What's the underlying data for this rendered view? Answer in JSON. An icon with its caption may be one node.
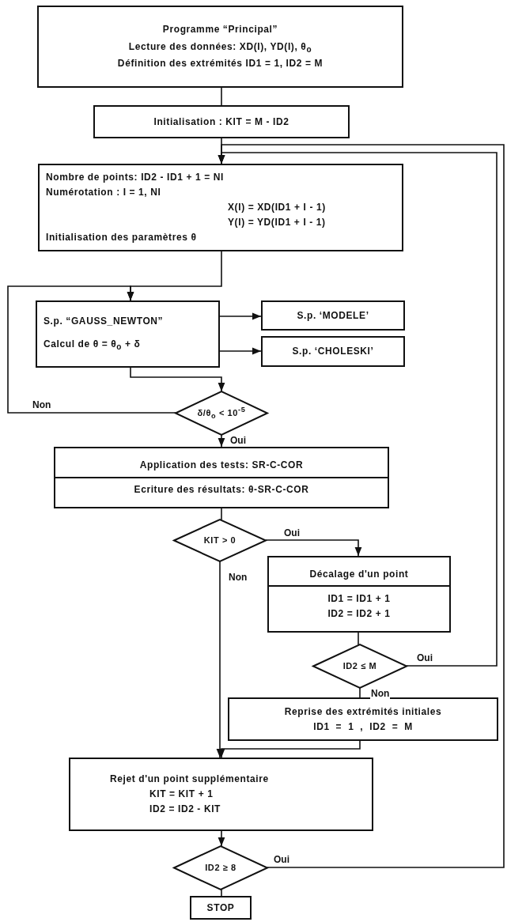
{
  "diagram": {
    "nodes": [
      {
        "text": [
          "Programme “Principal”",
          "Lecture des données: XD(I), YD(I), θ$_{o}$",
          "Définition des extrémités ID1 = 1, ID2 = M"
        ]
      },
      {
        "text": [
          "Initialisation : KIT = M - ID2"
        ]
      },
      {
        "text": [
          "Nombre de points: ID2 - ID1 + 1 = NI",
          "Numérotation : I = 1, NI",
          "X(I) = XD(ID1 + I - 1)",
          "Y(I) = YD(ID1 + I - 1)",
          "Initialisation des paramètres θ"
        ]
      },
      {
        "text": [
          "S.p. “GAUSS_NEWTON”",
          "Calcul de θ = θ$_{o}$ + δ"
        ]
      },
      {
        "text": [
          "S.p. ‘MODELE’"
        ]
      },
      {
        "text": [
          "S.p. ‘CHOLESKI’"
        ]
      },
      {
        "text": [
          "δ/θ$_{o}$ < 10$^{-5}$"
        ]
      },
      {
        "text": [
          "Application des tests: SR-C-COR",
          "Ecriture des résultats: θ-SR-C-COR"
        ]
      },
      {
        "text": [
          "KIT > 0"
        ]
      },
      {
        "text": [
          "Décalage d'un point",
          "ID1 = ID1 + 1",
          "ID2 = ID2 + 1"
        ]
      },
      {
        "text": [
          "ID2 ≤ M"
        ]
      },
      {
        "text": [
          "Reprise des extrémités initiales",
          "ID1 = 1 , ID2 = M"
        ]
      },
      {
        "text": [
          "Rejet d'un point supplémentaire",
          "KIT = KIT + 1",
          "ID2 = ID2 - KIT"
        ]
      },
      {
        "text": [
          "ID2 ≥ 8"
        ]
      },
      {
        "text": [
          "STOP"
        ]
      }
    ],
    "edges": [
      {
        "from": 0,
        "to": 1,
        "arrow": "none"
      },
      {
        "from": 1,
        "to": 2,
        "arrow": "to"
      },
      {
        "from": 2,
        "to": 3,
        "arrow": "to"
      },
      {
        "from": 3,
        "to": 4,
        "arrow": "to"
      },
      {
        "from": 3,
        "to": 5,
        "arrow": "to"
      },
      {
        "from": 3,
        "to": 6,
        "arrow": "to"
      },
      {
        "from": 6,
        "to": 3,
        "arrow": "to",
        "label": "Non"
      },
      {
        "from": 6,
        "to": 7,
        "arrow": "to",
        "label": "Oui"
      },
      {
        "from": 7,
        "to": 8,
        "arrow": "none"
      },
      {
        "from": 8,
        "to": 9,
        "arrow": "to",
        "label": "Oui"
      },
      {
        "from": 8,
        "to": 12,
        "arrow": "to",
        "label": "Non"
      },
      {
        "from": 9,
        "to": 10,
        "arrow": "none"
      },
      {
        "from": 10,
        "to": 2,
        "arrow": "to",
        "label": "Oui"
      },
      {
        "from": 10,
        "to": 11,
        "arrow": "none",
        "label": "Non"
      },
      {
        "from": 11,
        "to": 12,
        "arrow": "to"
      },
      {
        "from": 12,
        "to": 13,
        "arrow": "to"
      },
      {
        "from": 13,
        "to": 14,
        "arrow": "none"
      },
      {
        "from": 13,
        "to": 2,
        "arrow": "to",
        "label": "Oui"
      }
    ]
  }
}
